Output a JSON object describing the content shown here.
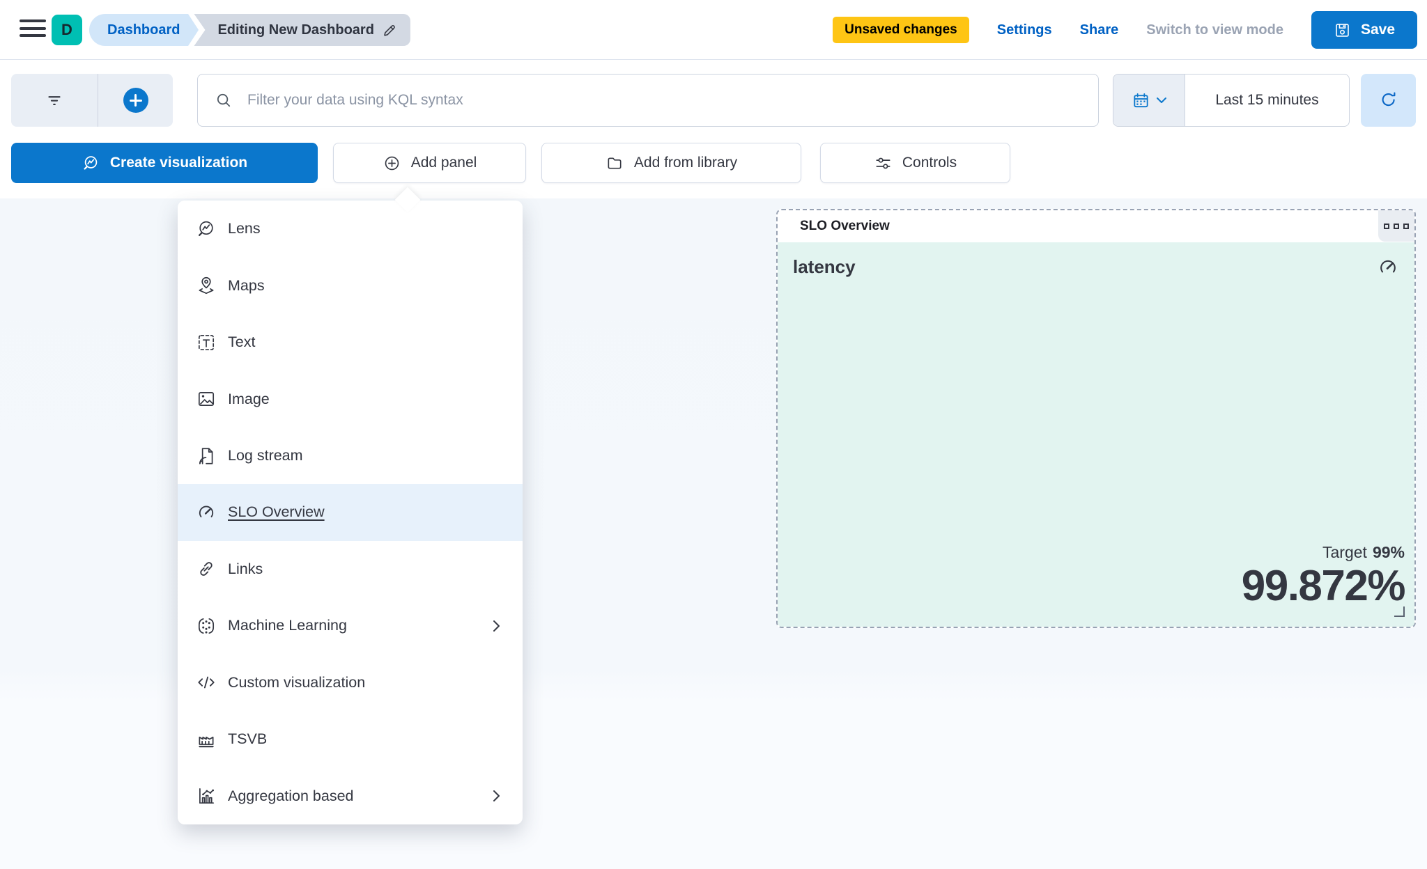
{
  "colors": {
    "primary_blue": "#0b77cc",
    "link_blue": "#0061c4",
    "warning_badge_yellow": "#fec514",
    "avatar_teal": "#00bfb3",
    "panel_mint": "#e2f4f0",
    "menu_highlight": "#e7f1fb",
    "text_dark": "#343741"
  },
  "topbar": {
    "avatar_text": "D",
    "breadcrumbs": {
      "root": "Dashboard",
      "current": "Editing New Dashboard"
    },
    "unsaved_badge": "Unsaved changes",
    "settings_link": "Settings",
    "share_link": "Share",
    "view_mode_link": "Switch to view mode",
    "save_button": {
      "label": "Save",
      "icon": "floppy-disk-icon"
    }
  },
  "querybar": {
    "filter_icon": "filter-icon",
    "add_filter_icon": "plus-circle-icon",
    "search": {
      "icon": "search-icon",
      "placeholder": "Filter your data using KQL syntax",
      "value": ""
    },
    "datepicker": {
      "calendar_icon": "calendar-icon",
      "chevron_icon": "chevron-down-icon",
      "range": "Last 15 minutes"
    },
    "refresh_icon": "refresh-icon"
  },
  "toolbar": {
    "create_visualization": {
      "label": "Create visualization",
      "icon": "lens-icon"
    },
    "add_panel": {
      "label": "Add panel",
      "icon": "plus-circle-icon"
    },
    "add_from_library": {
      "label": "Add from library",
      "icon": "folder-icon"
    },
    "controls": {
      "label": "Controls",
      "icon": "sliders-icon"
    }
  },
  "add_panel_menu": {
    "items": [
      {
        "label": "Lens",
        "icon": "lens-icon",
        "selected": false,
        "has_submenu": false
      },
      {
        "label": "Maps",
        "icon": "map-pin-icon",
        "selected": false,
        "has_submenu": false
      },
      {
        "label": "Text",
        "icon": "text-icon",
        "selected": false,
        "has_submenu": false
      },
      {
        "label": "Image",
        "icon": "image-icon",
        "selected": false,
        "has_submenu": false
      },
      {
        "label": "Log stream",
        "icon": "log-stream-icon",
        "selected": false,
        "has_submenu": false
      },
      {
        "label": "SLO Overview",
        "icon": "gauge-icon",
        "selected": true,
        "has_submenu": false
      },
      {
        "label": "Links",
        "icon": "link-icon",
        "selected": false,
        "has_submenu": false
      },
      {
        "label": "Machine Learning",
        "icon": "machine-learning-icon",
        "selected": false,
        "has_submenu": true
      },
      {
        "label": "Custom visualization",
        "icon": "code-icon",
        "selected": false,
        "has_submenu": false
      },
      {
        "label": "TSVB",
        "icon": "tsvb-chart-icon",
        "selected": false,
        "has_submenu": false
      },
      {
        "label": "Aggregation based",
        "icon": "aggregation-chart-icon",
        "selected": false,
        "has_submenu": true
      }
    ]
  },
  "slo_panel": {
    "title": "SLO Overview",
    "actions_icon": "panel-options-icon",
    "slo_name": "latency",
    "gauge_icon": "gauge-icon",
    "target_label": "Target",
    "target_value": "99%",
    "value": "99.872%"
  }
}
